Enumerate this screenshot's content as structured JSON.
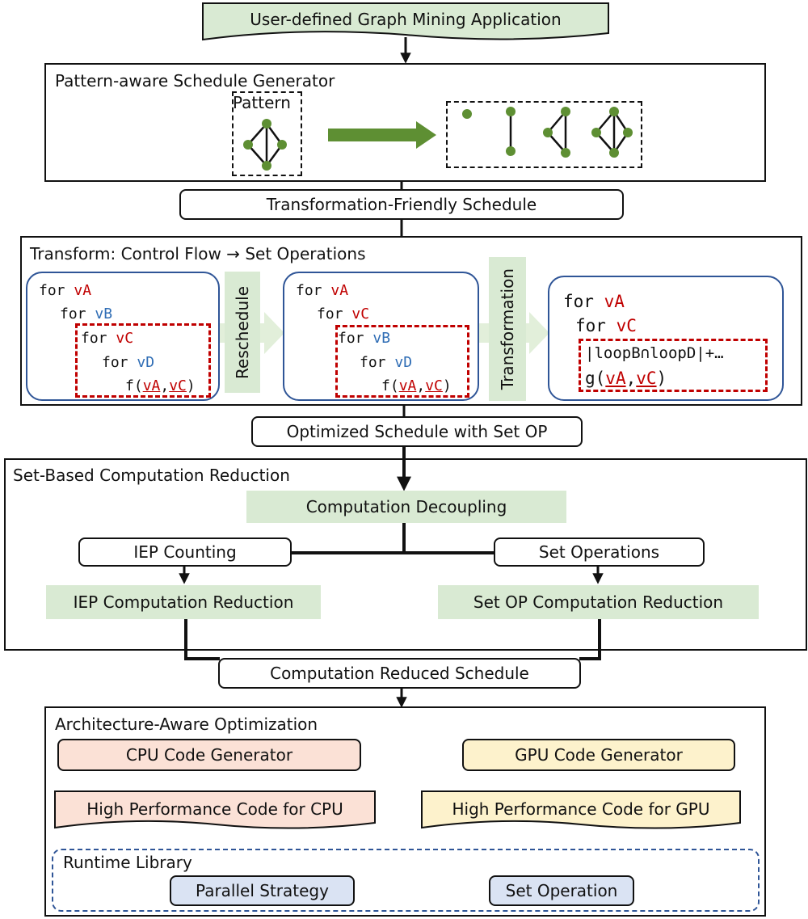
{
  "title": "User-defined Graph Mining Application",
  "generator": {
    "title": "Pattern-aware Schedule Generator",
    "pattern_label": "Pattern"
  },
  "schedule1": "Transformation-Friendly Schedule",
  "transform": {
    "title": "Transform: Control Flow → Set Operations",
    "reschedule_label": "Reschedule",
    "transformation_label": "Transformation",
    "code1": {
      "kw": "for",
      "l1": "vA",
      "l2": "vB",
      "l3": "vC",
      "l4": "vD",
      "call": "f(",
      "a1": "vA",
      "sep": ",",
      "a2": "vC",
      "close": ")"
    },
    "code2": {
      "kw": "for",
      "l1": "vA",
      "l2": "vC",
      "l3": "vB",
      "l4": "vD",
      "call": "f(",
      "a1": "vA",
      "sep": ",",
      "a2": "vC",
      "close": ")"
    },
    "code3": {
      "kw": "for",
      "l1": "vA",
      "l2": "vC",
      "setop": "|loopB∩loopD|+…",
      "call": "g(",
      "a1": "vA",
      "sep": ",",
      "a2": "vC",
      "close": ")"
    }
  },
  "schedule2": "Optimized Schedule with Set OP",
  "reduction": {
    "title": "Set-Based Computation Reduction",
    "decoupling": "Computation Decoupling",
    "iep_counting": "IEP Counting",
    "set_operations": "Set Operations",
    "iep_reduction": "IEP Computation Reduction",
    "setop_reduction": "Set OP Computation Reduction"
  },
  "schedule3": "Computation Reduced Schedule",
  "arch": {
    "title": "Architecture-Aware Optimization",
    "cpu_gen": "CPU Code Generator",
    "gpu_gen": "GPU Code Generator",
    "cpu_code": "High Performance Code for CPU",
    "gpu_code": "High Performance Code for GPU",
    "runtime_title": "Runtime Library",
    "parallel": "Parallel Strategy",
    "setop": "Set Operation"
  },
  "colors": {
    "green_fill": "#d9ead3",
    "cpu_fill": "#fbe1d6",
    "gpu_fill": "#fdf2cc",
    "runtime_fill": "#dae3f3",
    "node_green": "#5e8f33",
    "code_red": "#c00000",
    "code_blue": "#2f6db5",
    "frame_blue": "#2f5597"
  }
}
